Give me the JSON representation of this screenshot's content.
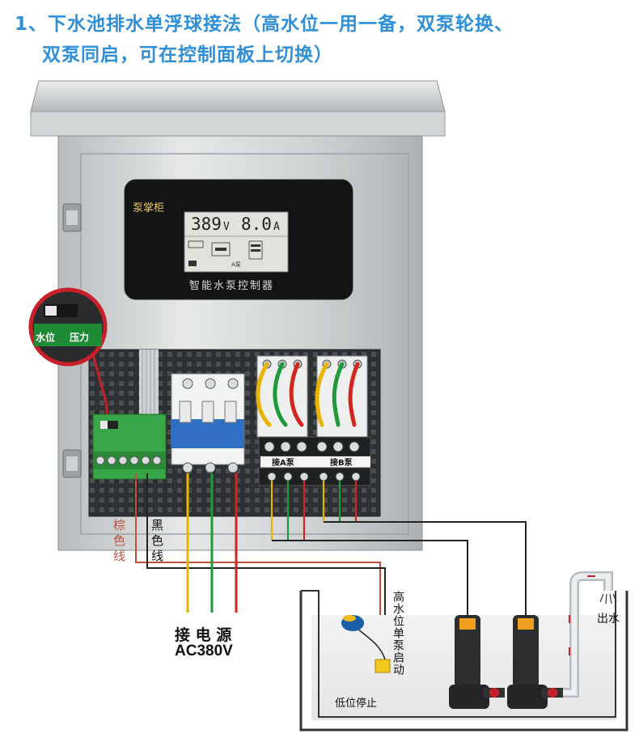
{
  "title": {
    "line1": "1、下水池排水单浮球接法（高水位一用一备，双泵轮换、",
    "line2": "双泵同启，可在控制面板上切换）"
  },
  "panel": {
    "brand": "泵掌柜",
    "caption": "智能水泵控制器",
    "voltage": {
      "value": "389",
      "unit": "V"
    },
    "current": {
      "value": "8.0",
      "unit": "A"
    },
    "pump_label": "A泵"
  },
  "callout": {
    "left": "水位",
    "right": "压力"
  },
  "terminals": {
    "pump_a": "接A泵",
    "pump_b": "接B泵"
  },
  "wires": {
    "brown": [
      "棕",
      "色",
      "线"
    ],
    "black": [
      "黑",
      "色",
      "线"
    ]
  },
  "power": {
    "label": "接 电 源",
    "spec": "AC380V"
  },
  "tank": {
    "high_level": "高水位单泵启动",
    "low_level": "低位停止",
    "outlet": "出水"
  },
  "colors": {
    "title": "#2f8fd8",
    "wire_yellow": "#e8b400",
    "wire_green": "#1f9a3a",
    "wire_red": "#d2261e",
    "wire_brown": "#c0503a",
    "cabinet": "#c9cbcc",
    "callout_ring": "#c8202a"
  }
}
